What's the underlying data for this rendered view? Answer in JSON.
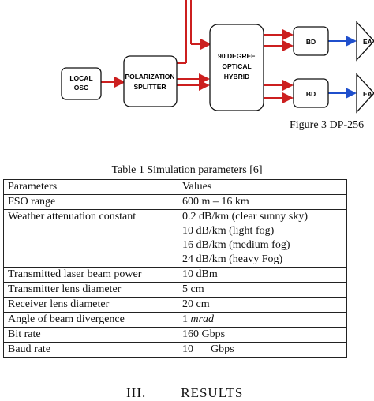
{
  "diagram": {
    "local_osc": [
      "LOCAL",
      "OSC"
    ],
    "pol_splitter": [
      "POLARIZATION",
      "SPLITTER"
    ],
    "hybrid": [
      "90 DEGREE",
      "OPTICAL",
      "HYBRID"
    ],
    "bd_top": "BD",
    "bd_bottom": "BD",
    "ea_top": "EA",
    "ea_bottom": "EA",
    "colors": {
      "optical": "#cc1f1f",
      "electrical": "#1f4fcc",
      "stroke": "#111111"
    }
  },
  "figure_caption": "Figure 3 DP-256",
  "table": {
    "caption": "Table 1 Simulation parameters [6]",
    "header": {
      "parameter": "Parameters",
      "value": "Values"
    },
    "rows": [
      {
        "parameter": "FSO range",
        "values": [
          "600 m – 16 km"
        ]
      },
      {
        "parameter": "Weather attenuation constant",
        "values": [
          "0.2 dB/km (clear sunny sky)",
          "10 dB/km (light fog)",
          "16 dB/km (medium fog)",
          "24 dB/km (heavy Fog)"
        ]
      },
      {
        "parameter": "Transmitted laser beam power",
        "values": [
          "10 dBm"
        ]
      },
      {
        "parameter": "Transmitter lens diameter",
        "values": [
          "5 cm"
        ]
      },
      {
        "parameter": "Receiver lens diameter",
        "values": [
          "20 cm"
        ]
      },
      {
        "parameter": "Angle of beam divergence",
        "values": [
          "1"
        ],
        "unit_italic": "mrad"
      },
      {
        "parameter": "Bit rate",
        "values": [
          "160 Gbps"
        ]
      }
    ],
    "baud_row": {
      "parameter": "Baud rate",
      "value": "10",
      "unit": "Gbps"
    }
  },
  "section": {
    "number": "III.",
    "title": "RESULTS"
  }
}
